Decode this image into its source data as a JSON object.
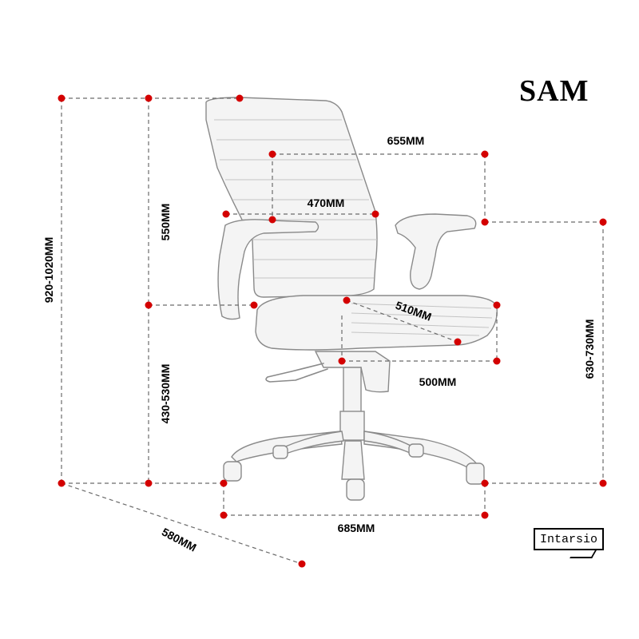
{
  "title": "SAM",
  "brand": "Intarsio",
  "dimensions": {
    "total_height": "920-1020MM",
    "back_height": "550MM",
    "seat_height": "430-530MM",
    "overall_width": "655MM",
    "back_width": "470MM",
    "seat_width": "510MM",
    "seat_depth": "500MM",
    "armrest_height": "630-730MM",
    "base_diameter": "685MM",
    "depth": "580MM"
  },
  "colors": {
    "marker": "#d40000",
    "guide": "#6b6b6b",
    "outline": "#8a8a8a"
  }
}
